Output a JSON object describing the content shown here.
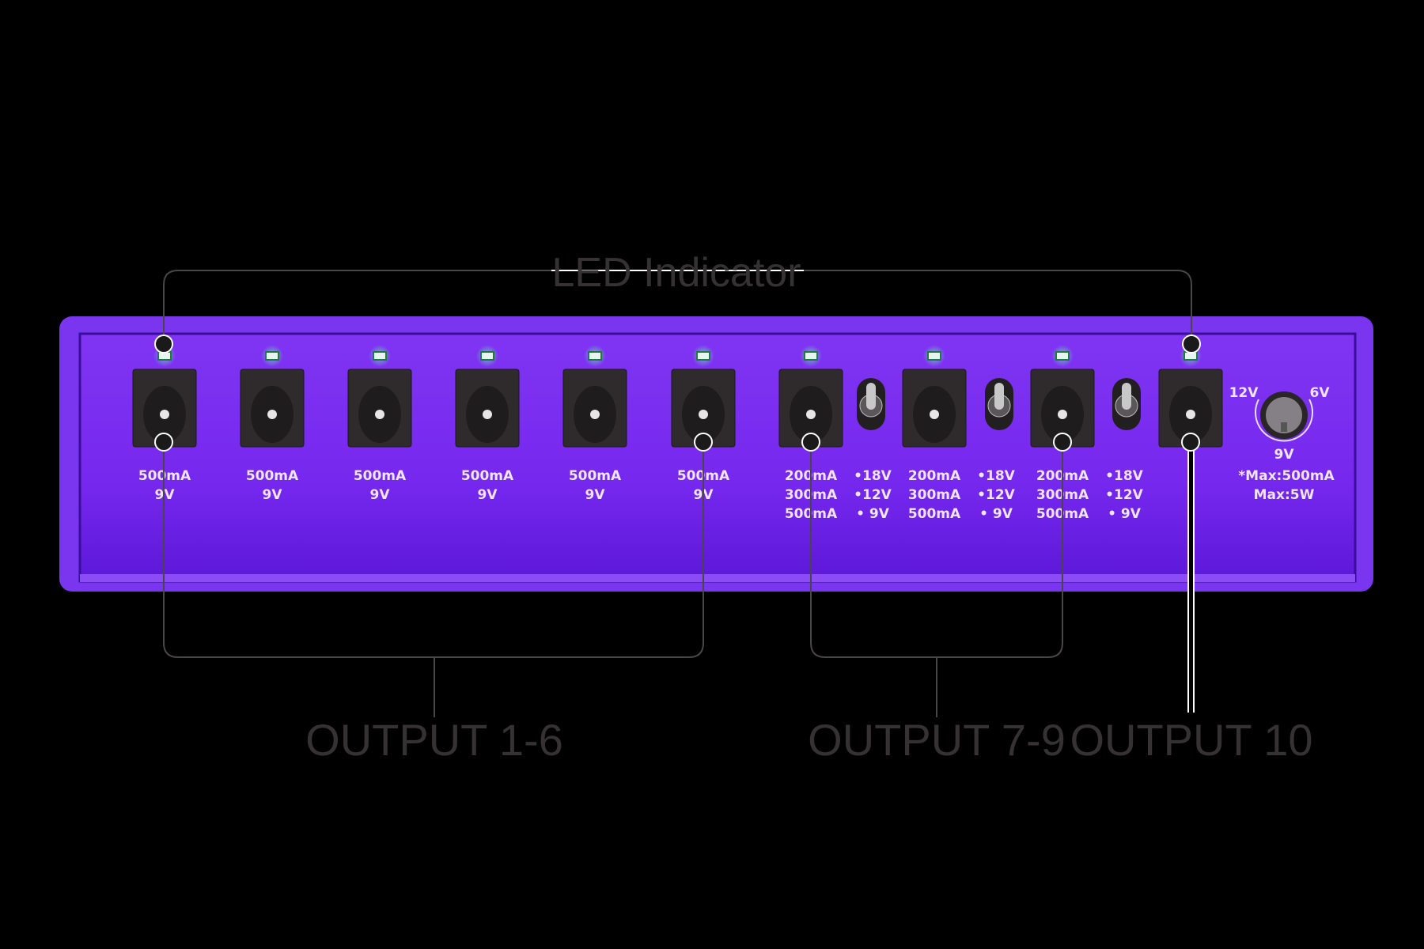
{
  "title": "LED Indicator",
  "groups": [
    {
      "label": "OUTPUT 1-6"
    },
    {
      "label": "OUTPUT 7-9"
    },
    {
      "label": "OUTPUT 10"
    }
  ],
  "outputs": [
    {
      "lines": [
        "500mA",
        "9V"
      ]
    },
    {
      "lines": [
        "500mA",
        "9V"
      ]
    },
    {
      "lines": [
        "500mA",
        "9V"
      ]
    },
    {
      "lines": [
        "500mA",
        "9V"
      ]
    },
    {
      "lines": [
        "500mA",
        "9V"
      ]
    },
    {
      "lines": [
        "500mA",
        "9V"
      ]
    },
    {
      "lines": [
        "200mA",
        "300mA",
        "500mA"
      ],
      "voltages": [
        "•18V",
        "•12V",
        "•  9V"
      ]
    },
    {
      "lines": [
        "200mA",
        "300mA",
        "500mA"
      ],
      "voltages": [
        "•18V",
        "•12V",
        "•  9V"
      ]
    },
    {
      "lines": [
        "200mA",
        "300mA",
        "500mA"
      ],
      "voltages": [
        "•18V",
        "•12V",
        "•  9V"
      ]
    },
    {
      "lines": []
    }
  ],
  "knob": {
    "left_label": "12V",
    "right_label": "6V",
    "bottom_label": "9V",
    "note_1": "*Max:500mA",
    "note_2": "Max:5W"
  },
  "colors": {
    "panel": "#7a2df0",
    "led": "#2fd27a",
    "callout_text": "#363132"
  }
}
